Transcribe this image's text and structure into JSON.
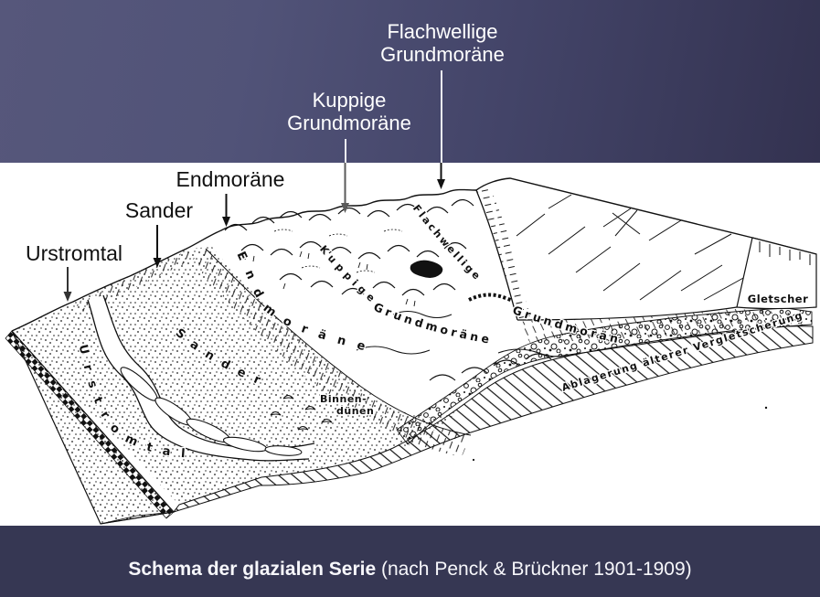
{
  "callouts": {
    "flachwellige": {
      "line1": "Flachwellige",
      "line2": "Grundmoräne"
    },
    "kuppige": {
      "line1": "Kuppige",
      "line2": "Grundmoräne"
    },
    "endmoraene": "Endmoräne",
    "sander": "Sander",
    "urstromtal": "Urstromtal"
  },
  "diagram": {
    "urstromtal": "Urstromtal",
    "sander": "Sander",
    "endmoraene": "Endmoräne",
    "kuppige": "Kuppige",
    "flachwellige": "Flachwellige",
    "grundmoraene_left": "Grundmoräne",
    "grundmoraene_right": "Grundmoräne",
    "binnenduenen_line1": "Binnen-",
    "binnenduenen_line2": "dünen",
    "gletscher": "Gletscher",
    "ablagerung": "Ablagerung älterer Vergletscherung"
  },
  "caption": {
    "bold": "Schema der glazialen Serie",
    "rest": " (nach Penck & Brückner 1901-1909)"
  },
  "colors": {
    "header_gradient_left": "#56577b",
    "header_gradient_right": "#333250",
    "footer_band": "#363753",
    "paper": "#ffffff",
    "ink": "#1a1a1a",
    "label_text": "#ffffff"
  }
}
